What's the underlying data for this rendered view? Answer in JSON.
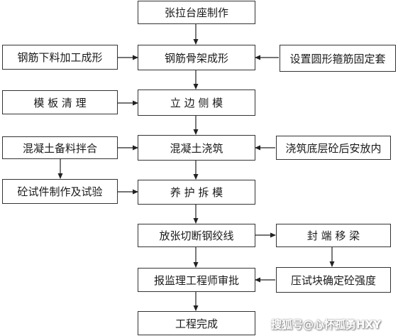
{
  "nodes": {
    "n1": "张拉台座制作",
    "n2": "钢筋骨架成形",
    "n3": "立 边 侧 模",
    "n4": "混凝土浇筑",
    "n5": "养 护 拆 模",
    "n6": "放张切断钢绞线",
    "n7": "报监理工程师审批",
    "n8": "工程完成",
    "l1": "钢筋下料加工成形",
    "l2": "模 板 清 理",
    "l3": "混凝土备料拌合",
    "l4": "砼试件制作及试验",
    "r1": "设置圆形箍筋固定套",
    "r2": "浇筑底层砼后安放内",
    "r3": "封 端 移 梁",
    "r4": "压试块确定砼强度"
  },
  "watermark": "搜狐号@心怀孤勇HXY"
}
